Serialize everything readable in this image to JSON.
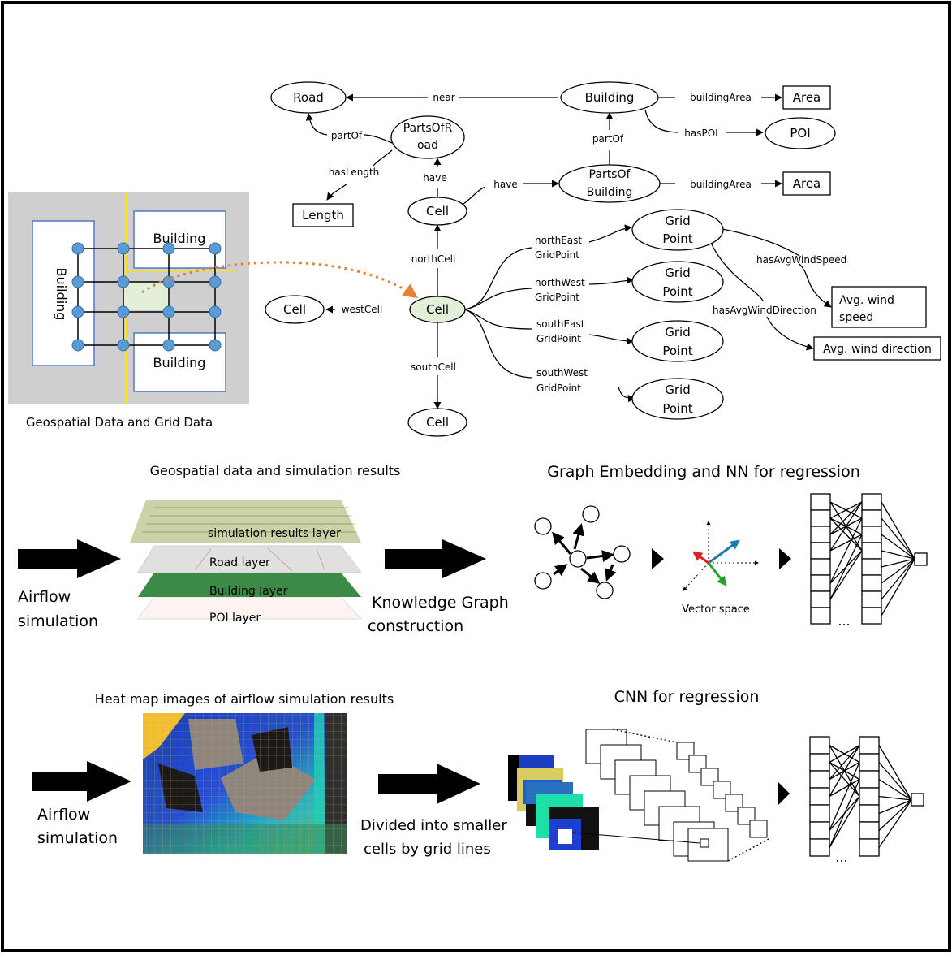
{
  "kg": {
    "nodes": {
      "road": "Road",
      "building": "Building",
      "area1": "Area",
      "partsofroad_1": "PartsOfR",
      "partsofroad_2": "oad",
      "poi": "POI",
      "length": "Length",
      "cell_top": "Cell",
      "partsofbuilding_1": "PartsOf",
      "partsofbuilding_2": "Building",
      "area2": "Area",
      "cell_center": "Cell",
      "cell_west": "Cell",
      "cell_south": "Cell",
      "grid_point_1": "Grid",
      "grid_point_2": "Point",
      "avg_wind_speed_1": "Avg. wind",
      "avg_wind_speed_2": "speed",
      "avg_wind_direction": "Avg. wind direction"
    },
    "edges": {
      "near": "near",
      "building_area_top": "buildingArea",
      "has_poi": "hasPOI",
      "part_of_road": "partOf",
      "part_of_building": "partOf",
      "has_length": "hasLength",
      "have_road": "have",
      "have_building": "have",
      "building_area_mid": "buildingArea",
      "north_cell": "northCell",
      "west_cell": "westCell",
      "south_cell": "southCell",
      "north_east_1": "northEast",
      "north_east_2": "GridPoint",
      "north_west_1": "northWest",
      "north_west_2": "GridPoint",
      "south_east_1": "southEast",
      "south_east_2": "GridPoint",
      "south_west_1": "southWest",
      "south_west_2": "GridPoint",
      "has_avg_wind_speed": "hasAvgWindSpeed",
      "has_avg_wind_direction": "hasAvgWindDirection"
    }
  },
  "geo_map": {
    "building_left": "Building",
    "building_top": "Building",
    "building_bottom": "Building",
    "caption": "Geospatial Data and Grid Data"
  },
  "pipeline1": {
    "title": "Geospatial data and simulation results",
    "layers": [
      "simulation results layer",
      "Road layer",
      "Building layer",
      "POI layer"
    ],
    "airflow_1": "Airflow",
    "airflow_2": "simulation",
    "kg_construction_1": "Knowledge Graph",
    "kg_construction_2": "construction",
    "embedding_title": "Graph Embedding and NN for regression",
    "vector_space": "Vector space",
    "ellipsis": "..."
  },
  "pipeline2": {
    "heatmap_title": "Heat map images of airflow simulation results",
    "airflow_1": "Airflow",
    "airflow_2": "simulation",
    "divided_1": "Divided into smaller",
    "divided_2": "cells by grid lines",
    "cnn_title": "CNN for regression",
    "ellipsis": "..."
  },
  "colors": {
    "grid_node": "#5b9bd5",
    "cell_highlight": "#e2f0d9",
    "dotted_arrow": "#ed7d31",
    "yellow_line": "#ffe600",
    "map_bg": "#d0cfcf",
    "vec_blue": "#1f77b4",
    "vec_red": "#e02020",
    "vec_green": "#2ca02c"
  }
}
